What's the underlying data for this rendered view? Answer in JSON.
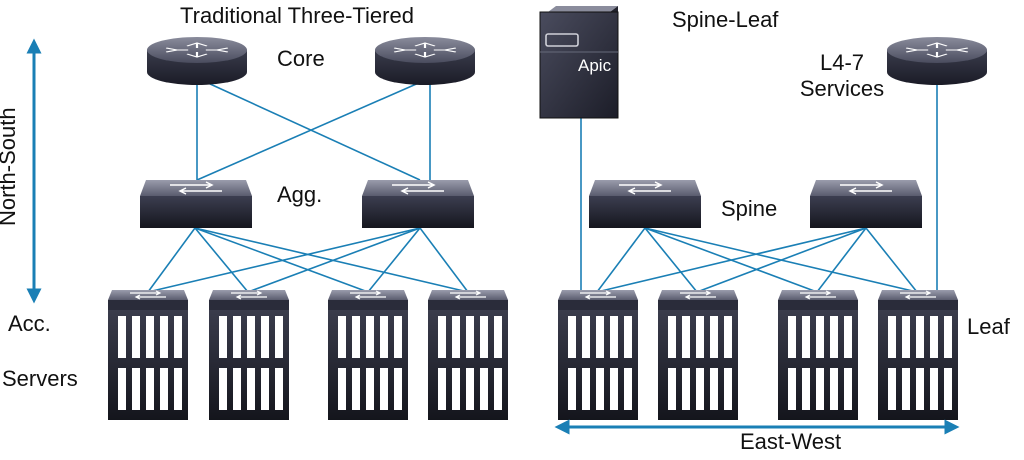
{
  "titles": {
    "traditional": "Traditional Three-Tiered",
    "spine_leaf": "Spine-Leaf"
  },
  "labels": {
    "core": "Core",
    "agg": "Agg.",
    "acc": "Acc.",
    "servers": "Servers",
    "north_south": "North-South",
    "apic": "Apic",
    "l47_line1": "L4-7",
    "l47_line2": "Services",
    "spine": "Spine",
    "leaf": "Leaf",
    "east_west": "East-West"
  },
  "colors": {
    "link": "#1a7fb5",
    "arrow": "#1a7fb5",
    "device_dark": "#2a2c3a",
    "device_light": "#7a7c8c"
  }
}
